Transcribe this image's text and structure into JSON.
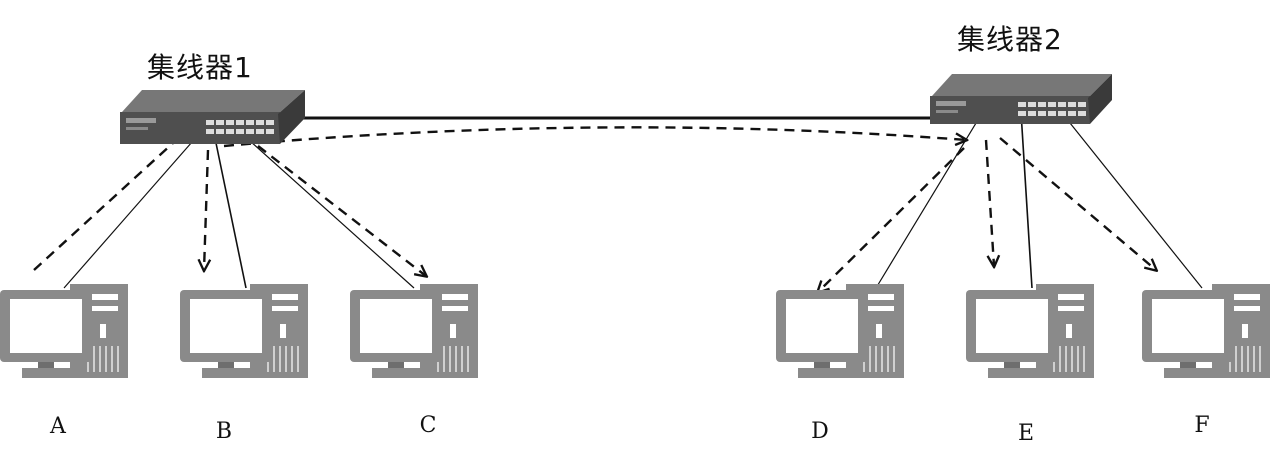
{
  "hubs": [
    {
      "id": "hub1",
      "label": "集线器1"
    },
    {
      "id": "hub2",
      "label": "集线器2"
    }
  ],
  "computers": [
    {
      "id": "A",
      "label": "A",
      "hub": "hub1"
    },
    {
      "id": "B",
      "label": "B",
      "hub": "hub1"
    },
    {
      "id": "C",
      "label": "C",
      "hub": "hub1"
    },
    {
      "id": "D",
      "label": "D",
      "hub": "hub2"
    },
    {
      "id": "E",
      "label": "E",
      "hub": "hub2"
    },
    {
      "id": "F",
      "label": "F",
      "hub": "hub2"
    }
  ],
  "links": [
    {
      "from": "hub1",
      "to": "hub2",
      "style": "solid"
    },
    {
      "from": "hub1",
      "to": "A",
      "style": "solid"
    },
    {
      "from": "hub1",
      "to": "B",
      "style": "solid"
    },
    {
      "from": "hub1",
      "to": "C",
      "style": "solid"
    },
    {
      "from": "hub2",
      "to": "D",
      "style": "solid"
    },
    {
      "from": "hub2",
      "to": "E",
      "style": "solid"
    },
    {
      "from": "hub2",
      "to": "F",
      "style": "solid"
    }
  ],
  "signal_paths": [
    {
      "from": "A",
      "to": "hub1",
      "style": "dashed"
    },
    {
      "from": "hub1",
      "to": "B",
      "style": "dashed-arrow"
    },
    {
      "from": "hub1",
      "to": "C",
      "style": "dashed-arrow"
    },
    {
      "from": "hub1",
      "to": "hub2",
      "style": "dashed-arrow"
    },
    {
      "from": "hub2",
      "to": "D",
      "style": "dashed-arrow"
    },
    {
      "from": "hub2",
      "to": "E",
      "style": "dashed-arrow"
    },
    {
      "from": "hub2",
      "to": "F",
      "style": "dashed-arrow"
    }
  ],
  "colors": {
    "hub_body": "#4a4a4a",
    "hub_front": "#5a5a5a",
    "pc_frame": "#8a8a8a",
    "pc_dark": "#6e6e6e",
    "line": "#111111"
  }
}
